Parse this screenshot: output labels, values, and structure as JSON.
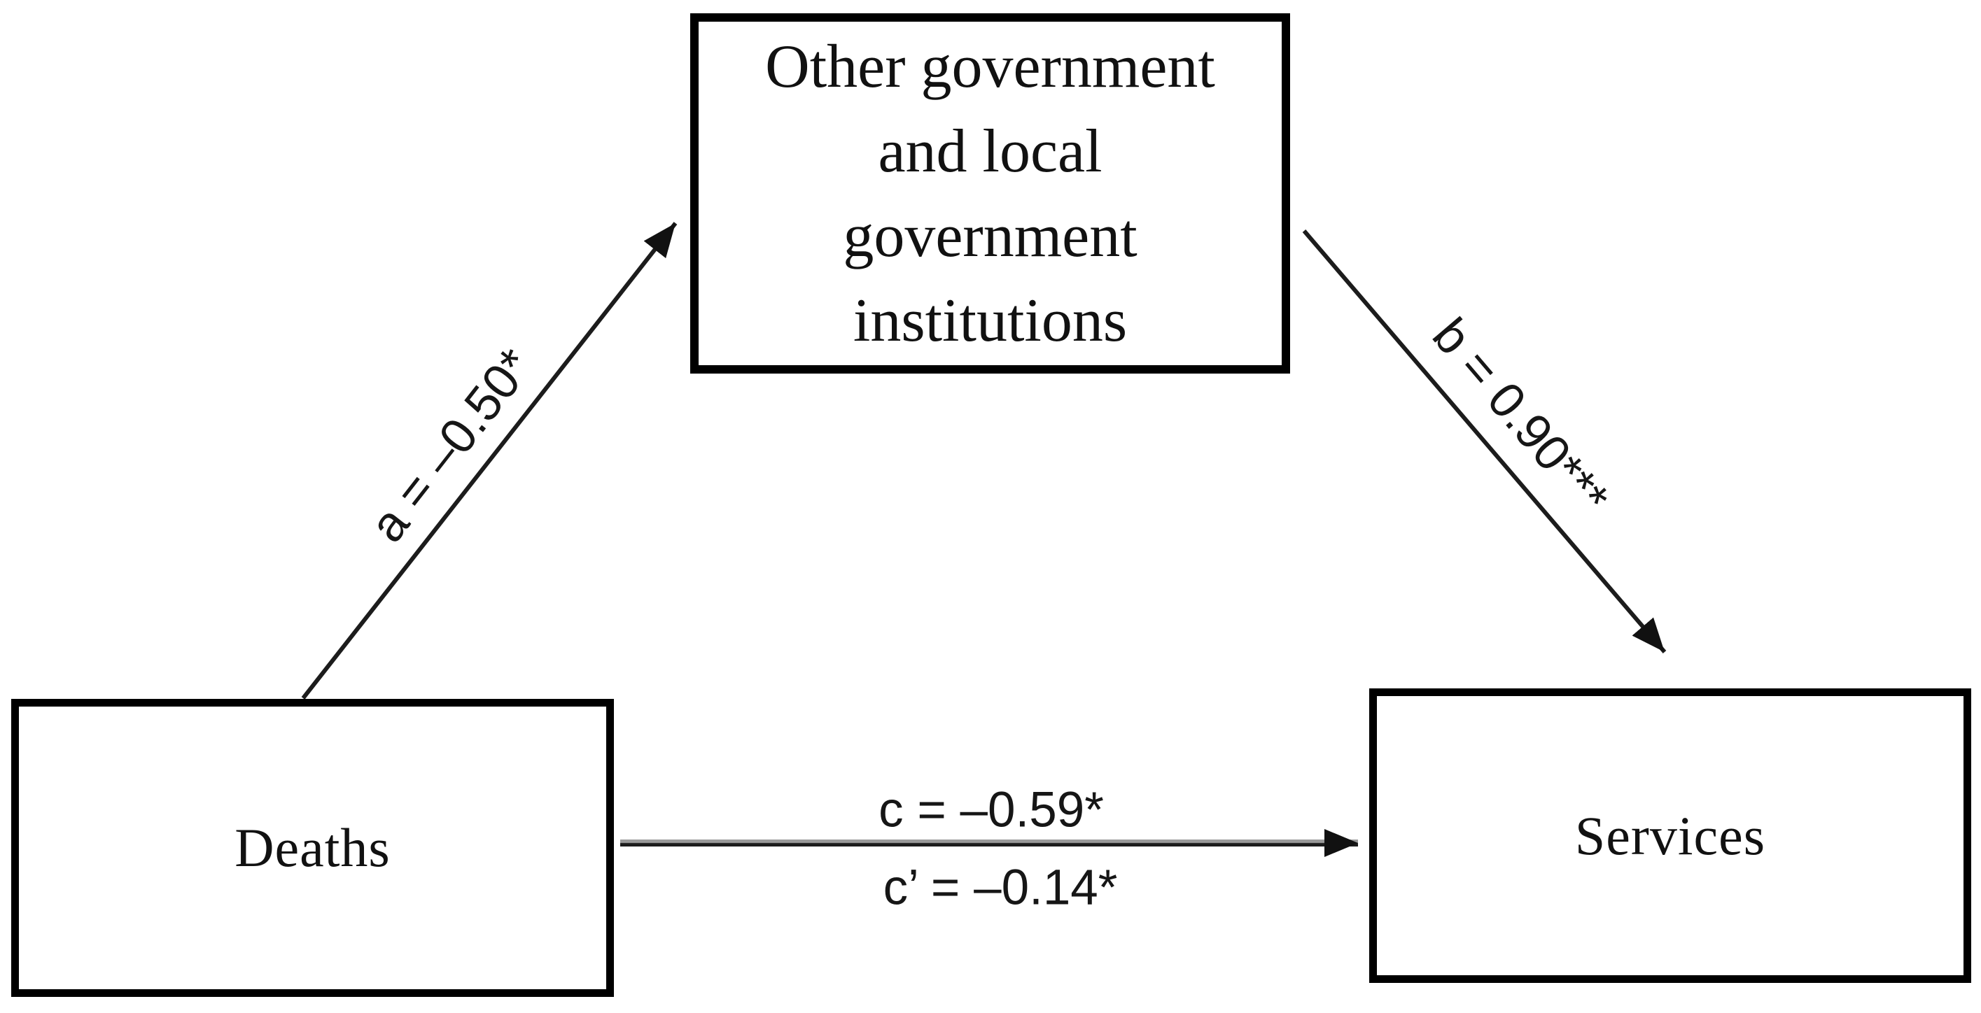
{
  "figure": {
    "type": "mediation-path-diagram",
    "background": "#ffffff",
    "nodes": {
      "mediator": {
        "lines": [
          "Other government",
          "and local",
          "government",
          "institutions"
        ]
      },
      "predictor": {
        "label": "Deaths"
      },
      "outcome": {
        "label": "Services"
      }
    },
    "paths": {
      "a": {
        "label": "a = –0.50*",
        "from": "predictor",
        "to": "mediator"
      },
      "b": {
        "label": "b = 0.90***",
        "from": "mediator",
        "to": "outcome"
      },
      "c": {
        "label": "c = –0.59*",
        "from": "predictor",
        "to": "outcome"
      },
      "c_prime": {
        "label": "c’ = –0.14*",
        "from": "predictor",
        "to": "outcome"
      }
    },
    "colors": {
      "box_border": "#000000",
      "arrow": "#1c1c1c",
      "arrow_gray": "#9a9a9a",
      "text": "#111111"
    }
  }
}
